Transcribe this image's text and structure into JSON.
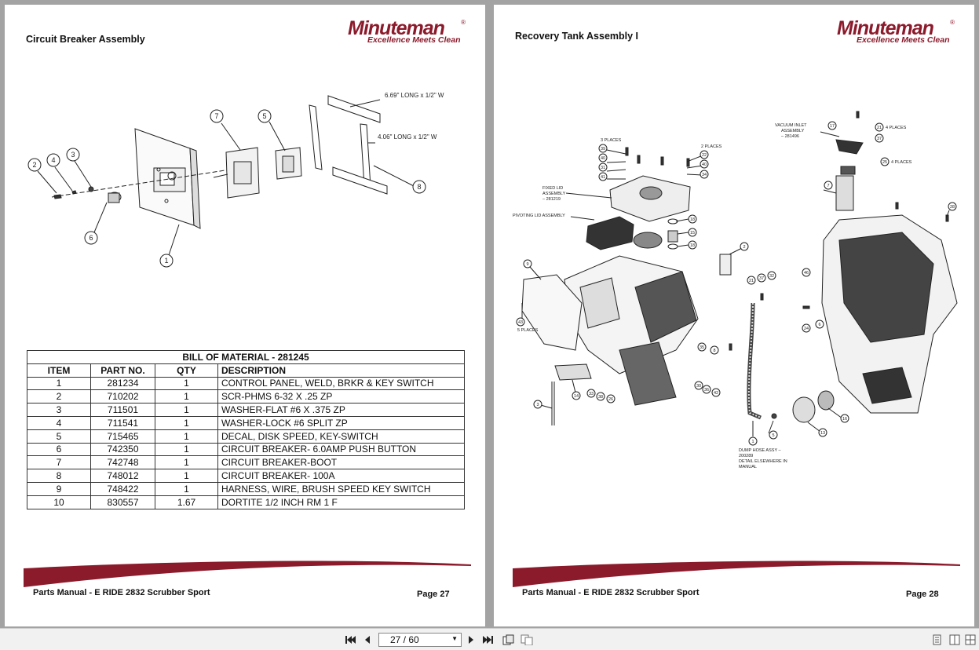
{
  "left_page": {
    "title": "Circuit Breaker Assembly",
    "logo": {
      "name": "Minuteman",
      "reg": "®",
      "tagline": "Excellence Meets Clean"
    },
    "callouts": [
      "1",
      "2",
      "3",
      "4",
      "5",
      "6",
      "7",
      "8"
    ],
    "dims": [
      "6.69\" LONG x 1/2\" W",
      "4.06\" LONG x 1/2\" W"
    ],
    "bom": {
      "caption": "BILL OF MATERIAL - 281245",
      "headers": [
        "ITEM",
        "PART NO.",
        "QTY",
        "DESCRIPTION"
      ],
      "rows": [
        [
          "1",
          "281234",
          "1",
          "CONTROL PANEL, WELD, BRKR & KEY SWITCH"
        ],
        [
          "2",
          "710202",
          "1",
          "SCR-PHMS 6-32 X .25 ZP"
        ],
        [
          "3",
          "711501",
          "1",
          "WASHER-FLAT #6 X .375 ZP"
        ],
        [
          "4",
          "711541",
          "1",
          "WASHER-LOCK #6 SPLIT ZP"
        ],
        [
          "5",
          "715465",
          "1",
          "DECAL, DISK SPEED, KEY-SWITCH"
        ],
        [
          "6",
          "742350",
          "1",
          "CIRCUIT BREAKER- 6.0AMP PUSH BUTTON"
        ],
        [
          "7",
          "742748",
          "1",
          "CIRCUIT BREAKER-BOOT"
        ],
        [
          "8",
          "748012",
          "1",
          "CIRCUIT BREAKER- 100A"
        ],
        [
          "9",
          "748422",
          "1",
          "HARNESS, WIRE, BRUSH SPEED KEY SWITCH"
        ],
        [
          "10",
          "830557",
          "1.67",
          "DORTITE 1/2 INCH RM  1 F"
        ]
      ]
    },
    "footer": "Parts Manual - E RIDE 2832 Scrubber Sport",
    "page": "Page 27"
  },
  "right_page": {
    "title": "Recovery Tank Assembly I",
    "logo": {
      "name": "Minuteman",
      "reg": "®",
      "tagline": "Excellence Meets Clean"
    },
    "labels": {
      "three_places": "3 PLACES",
      "two_places": "2 PLACES",
      "four_places_a": "4 PLACES",
      "four_places_b": "4 PLACES",
      "five_places": "5 PLACES",
      "vacuum_inlet_1": "VACUUM INLET",
      "vacuum_inlet_2": "ASSEMBLY",
      "vacuum_inlet_3": "– 281496",
      "fixed_lid_1": "FIXED LID",
      "fixed_lid_2": "ASSEMBLY",
      "fixed_lid_3": "– 281219",
      "pivoting_lid": "PIVOTING LID ASSEMBLY",
      "dump_hose_1": "DUMP HOSE ASSY –",
      "dump_hose_2": "200289",
      "dump_hose_3": "DETAIL ELSEWHERE IN",
      "dump_hose_4": "MANUAL"
    },
    "callouts": [
      "39",
      "40",
      "31",
      "41",
      "22",
      "40",
      "34",
      "17",
      "21",
      "37",
      "25",
      "7",
      "28",
      "18",
      "15",
      "18",
      "2",
      "9",
      "43",
      "37",
      "32",
      "21",
      "46",
      "24",
      "6",
      "35",
      "8",
      "14",
      "33",
      "38",
      "26",
      "30",
      "36",
      "42",
      "3",
      "1",
      "5",
      "13",
      "16"
    ],
    "footer": "Parts Manual - E RIDE 2832 Scrubber Sport",
    "page": "Page 28"
  },
  "toolbar": {
    "page_indicator": "27 / 60",
    "icons": [
      "first-page-icon",
      "prev-page-icon",
      "next-page-icon",
      "last-page-icon",
      "rotate-icon",
      "pages-icon",
      "single-page-icon",
      "two-page-icon",
      "continuous-icon"
    ]
  },
  "colors": {
    "brand": "#8b1a2b",
    "viewer_bg": "#a3a3a3",
    "toolbar_bg": "#f1f1f1"
  }
}
